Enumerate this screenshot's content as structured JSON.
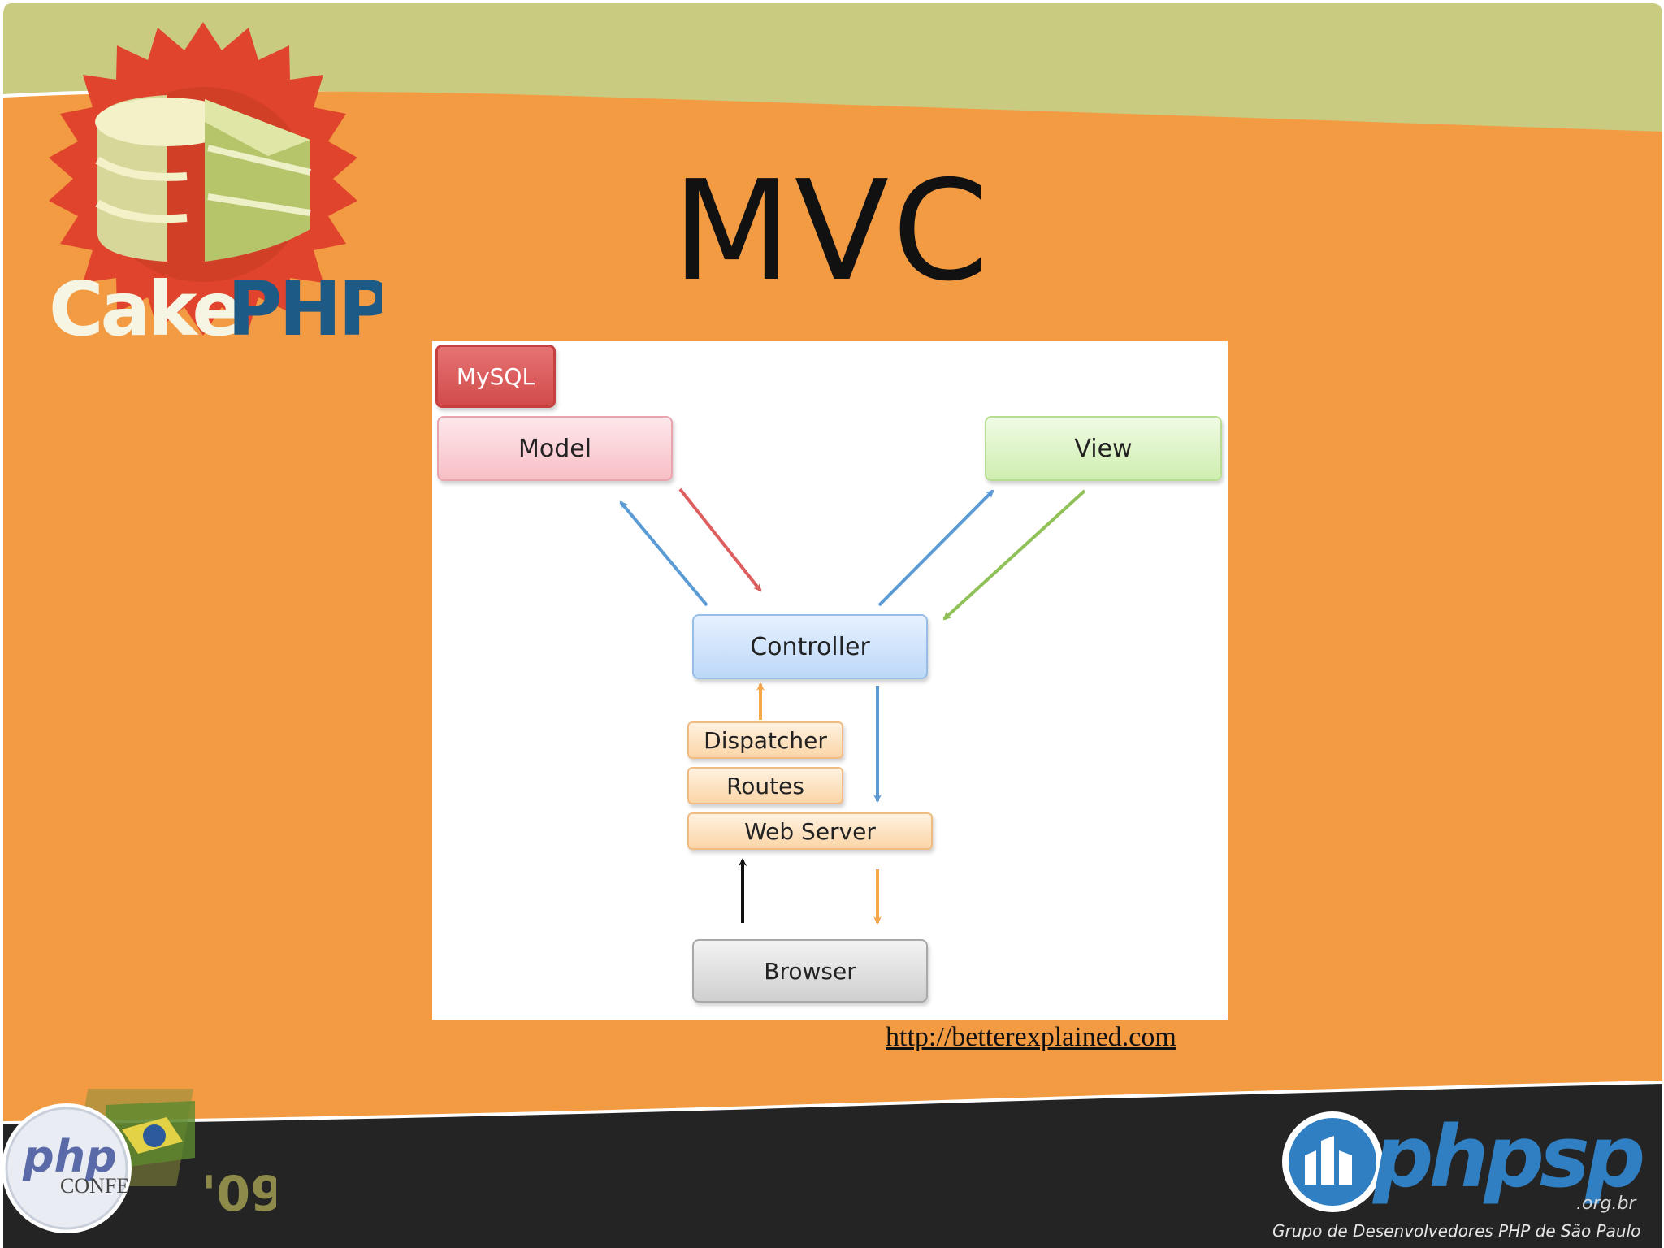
{
  "slide": {
    "title": "MVC",
    "source_link": "http://betterexplained.com"
  },
  "diagram": {
    "nodes": {
      "mysql": "MySQL",
      "model": "Model",
      "view": "View",
      "controller": "Controller",
      "dispatcher": "Dispatcher",
      "routes": "Routes",
      "web_server": "Web Server",
      "browser": "Browser"
    },
    "arrow_colors": {
      "blue": "#5b9bd5",
      "red": "#dd5e5e",
      "green": "#8fc158",
      "orange": "#f5a54a",
      "black": "#111111"
    }
  },
  "logos": {
    "cakephp": {
      "word1": "Cake",
      "word2": "PHP"
    },
    "php_conference": {
      "word": "php",
      "line1": "CONFE",
      "year": "'09"
    },
    "phpsp": {
      "word": "phpsp",
      "suffix": ".org.br",
      "tagline": "Grupo de Desenvolvedores PHP de São Paulo"
    }
  },
  "colors": {
    "slide_orange": "#f39b43",
    "top_band": "#c9cc80",
    "bottom_band": "#242424"
  }
}
